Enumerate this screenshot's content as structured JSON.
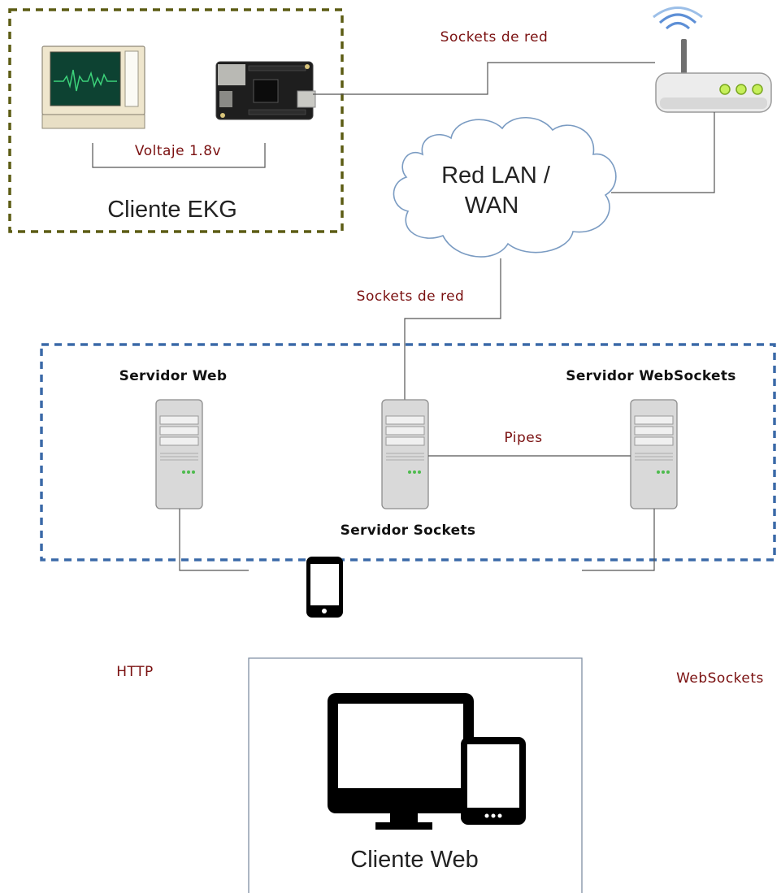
{
  "diagram": {
    "ekg_client": {
      "title": "Cliente EKG",
      "voltage_label": "Voltaje 1.8v"
    },
    "network": {
      "cloud_label_line1": "Red LAN /",
      "cloud_label_line2": "WAN",
      "sockets_label_top": "Sockets de red",
      "sockets_label_mid": "Sockets de red"
    },
    "servers": {
      "web_server": "Servidor Web",
      "sockets_server": "Servidor Sockets",
      "websockets_server": "Servidor WebSockets",
      "pipes_label": "Pipes"
    },
    "web_client": {
      "title": "Cliente Web",
      "http_label": "HTTP",
      "websockets_label": "WebSockets"
    },
    "colors": {
      "ekg_border": "#5c5c14",
      "servers_border": "#3b6aa8",
      "label_red": "#7a1010",
      "ekg_trace": "#3cd27a"
    }
  }
}
